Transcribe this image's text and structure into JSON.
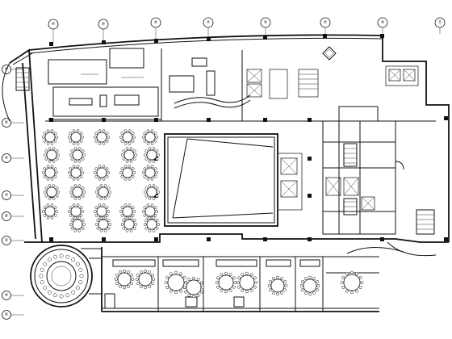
{
  "drawing": {
    "type": "architectural floor plan (CAD line drawing)",
    "colors": {
      "line": "#111111",
      "background": "#ffffff"
    }
  },
  "grid_top": [
    "④",
    "⑤",
    "⑥",
    "⑦",
    "⑧",
    "⑨",
    "⑩",
    "⑪"
  ],
  "grid_left": [
    "⑥",
    "⑥",
    "④",
    "④",
    "⑥",
    "④",
    "⑥",
    "⑥"
  ]
}
